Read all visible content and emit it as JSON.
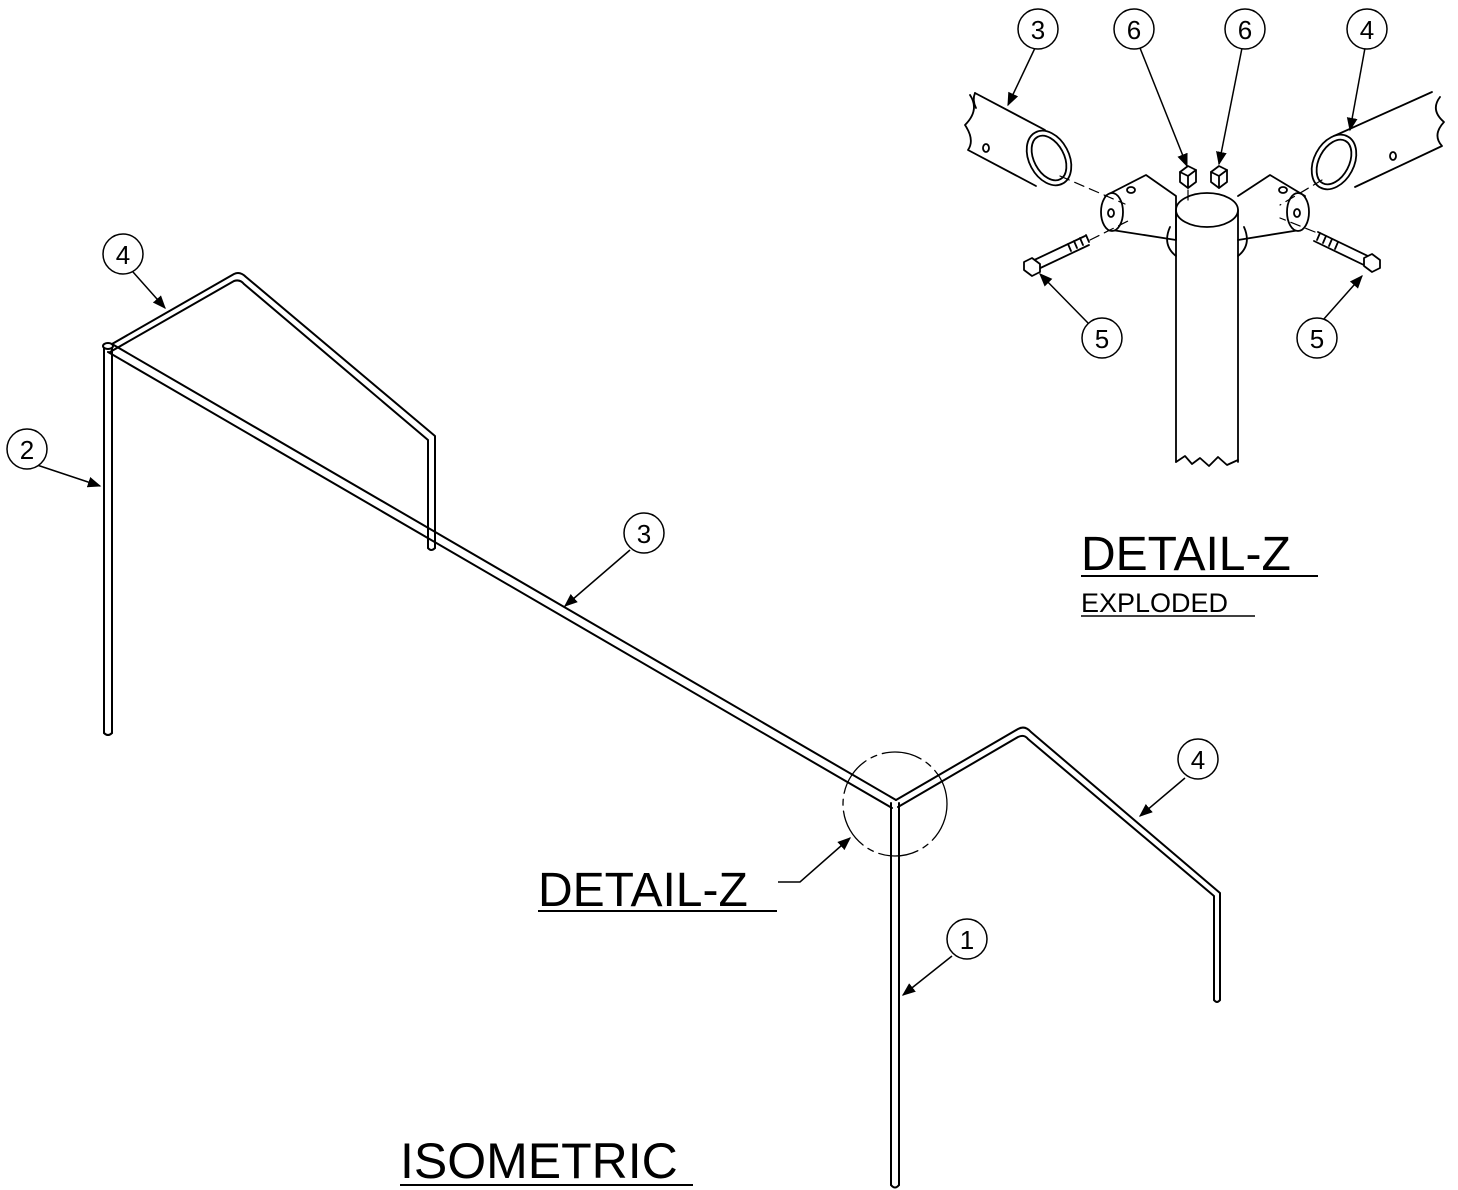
{
  "views": {
    "isometric": {
      "title": "ISOMETRIC",
      "detail_callout": "DETAIL-Z"
    },
    "detail": {
      "title": "DETAIL-Z",
      "subtitle": "EXPLODED"
    }
  },
  "balloons": {
    "iso_1": "1",
    "iso_2": "2",
    "iso_3": "3",
    "iso_4a": "4",
    "iso_4b": "4",
    "det_3": "3",
    "det_6a": "6",
    "det_6b": "6",
    "det_4": "4",
    "det_5a": "5",
    "det_5b": "5"
  }
}
